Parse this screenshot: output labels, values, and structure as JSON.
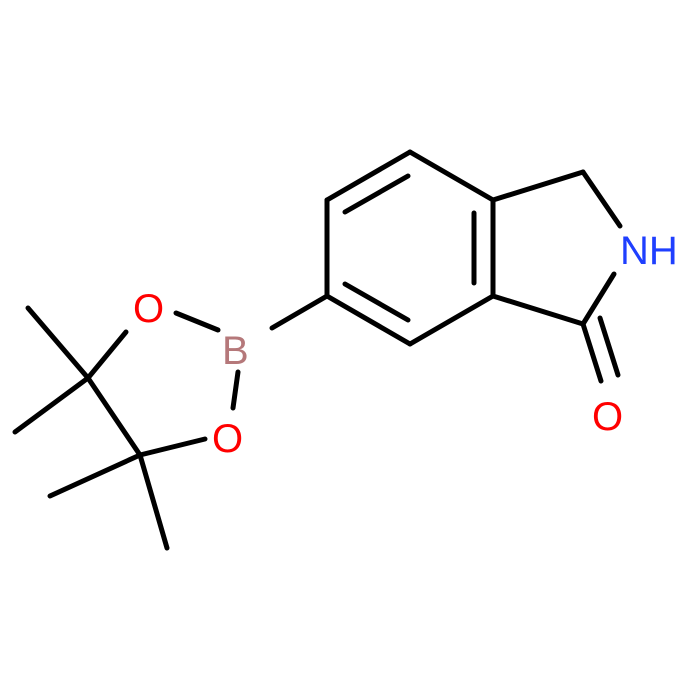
{
  "molecule": {
    "atoms": {
      "nitrogen_label": "NH",
      "carbonyl_oxygen": "O",
      "boron": "B",
      "boronate_oxygen_top": "O",
      "boronate_oxygen_bottom": "O"
    },
    "colors": {
      "bond": "#000000",
      "oxygen": "#ff0000",
      "nitrogen": "#1f3fff",
      "boron": "#b5787a"
    }
  }
}
